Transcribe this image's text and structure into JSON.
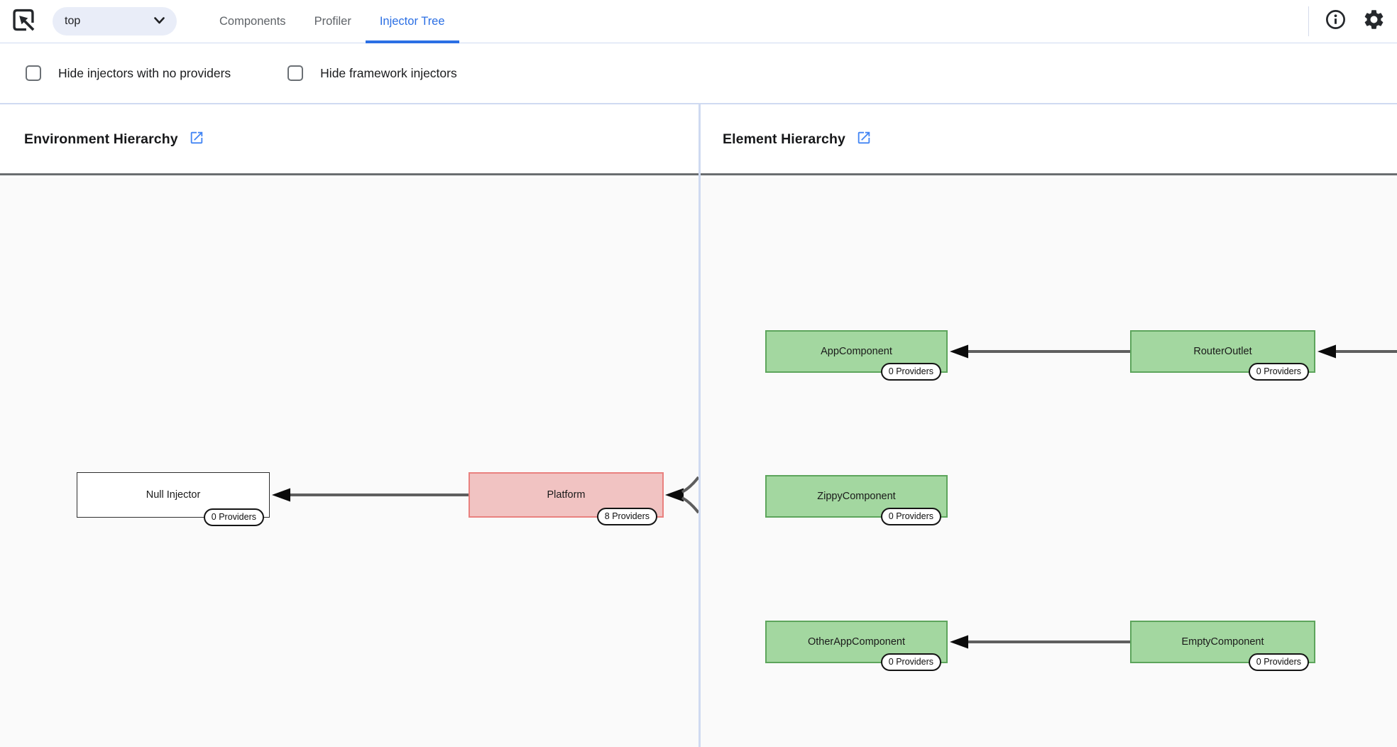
{
  "header": {
    "frame_selector": {
      "value": "top"
    },
    "tabs": [
      {
        "label": "Components",
        "active": false
      },
      {
        "label": "Profiler",
        "active": false
      },
      {
        "label": "Injector Tree",
        "active": true
      }
    ],
    "icons": [
      "inspect-icon",
      "chevron-down-icon",
      "info-icon",
      "gear-icon"
    ]
  },
  "filters": {
    "hide_no_providers": {
      "label": "Hide injectors with no providers",
      "checked": false
    },
    "hide_framework": {
      "label": "Hide framework injectors",
      "checked": false
    }
  },
  "panels": [
    {
      "title": "Environment Hierarchy",
      "nodes": [
        {
          "label": "Null Injector",
          "badge": "0 Providers",
          "type": "plain"
        },
        {
          "label": "Platform",
          "badge": "8 Providers",
          "type": "red"
        }
      ],
      "edges": [
        {
          "from": "Platform",
          "to": "Null Injector"
        },
        {
          "from": "offscreen-right",
          "to": "Platform",
          "count": 2
        }
      ]
    },
    {
      "title": "Element Hierarchy",
      "nodes": [
        {
          "label": "AppComponent",
          "badge": "0 Providers",
          "type": "green"
        },
        {
          "label": "RouterOutlet",
          "badge": "0 Providers",
          "type": "green"
        },
        {
          "label": "ZippyComponent",
          "badge": "0 Providers",
          "type": "green"
        },
        {
          "label": "OtherAppComponent",
          "badge": "0 Providers",
          "type": "green"
        },
        {
          "label": "EmptyComponent",
          "badge": "0 Providers",
          "type": "green"
        }
      ],
      "edges": [
        {
          "from": "RouterOutlet",
          "to": "AppComponent"
        },
        {
          "from": "offscreen-right",
          "to": "RouterOutlet"
        },
        {
          "from": "EmptyComponent",
          "to": "OtherAppComponent"
        }
      ]
    }
  ],
  "colors": {
    "accent": "#2b6fe4",
    "link-blue": "#4285f4",
    "green-bg": "#a3d7a0",
    "green-border": "#5da55c",
    "red-bg": "#f1c3c2",
    "red-border": "#e9817f",
    "edge": "#5e5e5e",
    "divider-blue": "#cfdaf1",
    "panel-bg": "#fafafa"
  }
}
